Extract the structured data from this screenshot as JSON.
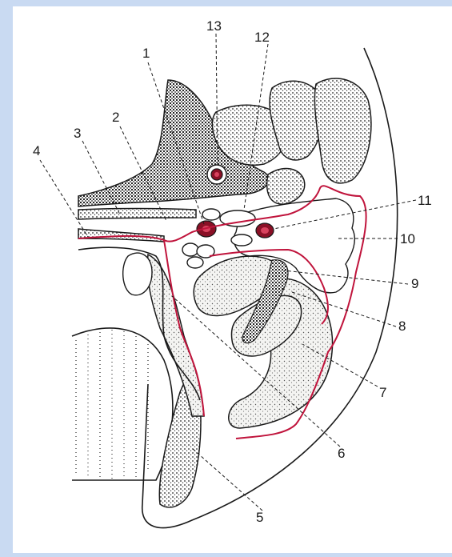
{
  "labels": {
    "l1": "1",
    "l2": "2",
    "l3": "3",
    "l4": "4",
    "l5": "5",
    "l6": "6",
    "l7": "7",
    "l8": "8",
    "l9": "9",
    "l10": "10",
    "l11": "11",
    "l12": "12",
    "l13": "13"
  },
  "colors": {
    "background": "#c9daf2",
    "fascia": "#c0143c",
    "vessel": "#8a1026"
  }
}
